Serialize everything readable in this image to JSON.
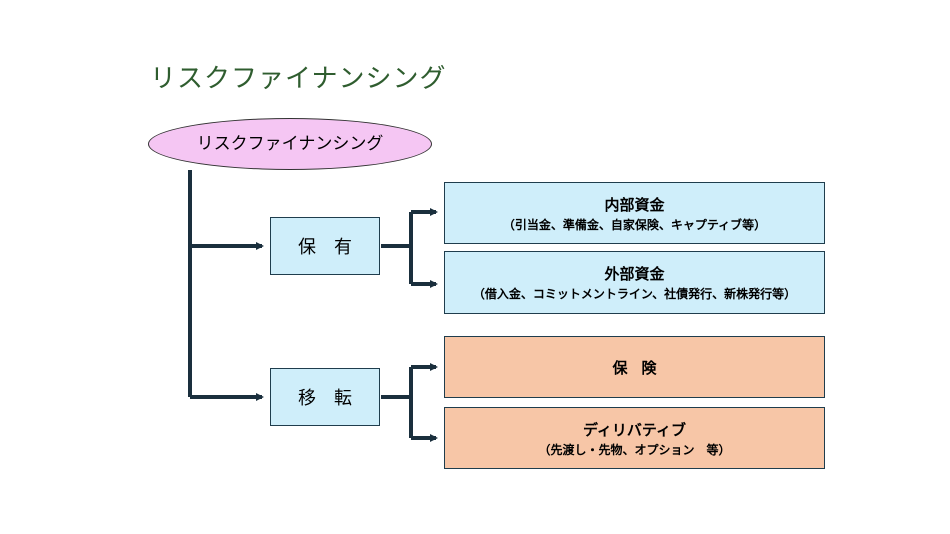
{
  "title": "リスクファイナンシング",
  "root": {
    "label": "リスクファイナンシング"
  },
  "branches": [
    {
      "label": "保有",
      "children": [
        {
          "heading": "内部資金",
          "detail": "（引当金、準備金、自家保険、キャプティブ等）"
        },
        {
          "heading": "外部資金",
          "detail": "（借入金、コミットメントライン、社債発行、新株発行等）"
        }
      ]
    },
    {
      "label": "移転",
      "children": [
        {
          "heading": "保険",
          "detail": ""
        },
        {
          "heading": "ディリバティブ",
          "detail": "（先渡し・先物、オプション　等）"
        }
      ]
    }
  ],
  "colors": {
    "title": "#2f5d2f",
    "root_fill": "#f5c6f3",
    "blue_fill": "#cfeefa",
    "orange_fill": "#f7c6a7",
    "connector": "#1a2f3d"
  }
}
